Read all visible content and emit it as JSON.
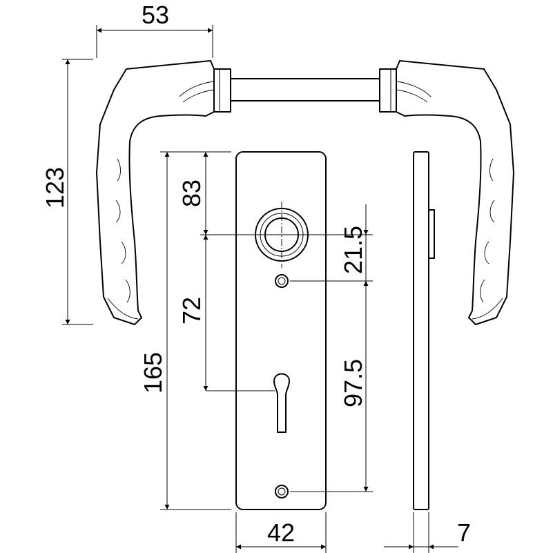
{
  "dimensions": {
    "handle_projection": "53",
    "handle_height": "123",
    "plate_total_height": "165",
    "top_to_spindle": "83",
    "spindle_to_keyhole": "72",
    "spindle_to_screw": "21.5",
    "screw_to_screw": "97.5",
    "plate_width": "42",
    "plate_thickness": "7"
  },
  "colors": {
    "line": "#000000",
    "background": "#ffffff"
  }
}
